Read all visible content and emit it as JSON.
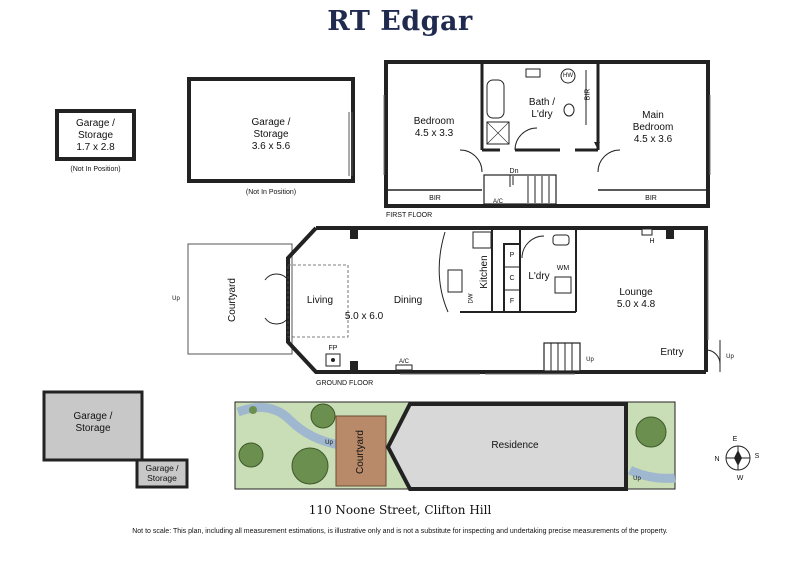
{
  "brand": "RT Edgar",
  "first_floor": {
    "label": "FIRST FLOOR",
    "bedroom": {
      "name": "Bedroom",
      "size": "4.5 x 3.3"
    },
    "bath": {
      "name": "Bath /",
      "name2": "L'dry"
    },
    "main_bedroom": {
      "name": "Main",
      "name2": "Bedroom",
      "size": "4.5 x 3.6"
    },
    "hw": "HW",
    "bir": "BIR",
    "dn": "Dn",
    "ac": "A/C"
  },
  "detached": {
    "small_garage": {
      "name": "Garage /",
      "name2": "Storage",
      "size": "1.7 x 2.8",
      "note": "(Not In Position)"
    },
    "large_garage": {
      "name": "Garage /",
      "name2": "Storage",
      "size": "3.6 x 5.6",
      "note": "(Not In Position)"
    }
  },
  "ground_floor": {
    "label": "GROUND FLOOR",
    "courtyard": "Courtyard",
    "living": "Living",
    "living_size": "5.0 x 6.0",
    "dining": "Dining",
    "kitchen": "Kitchen",
    "dw": "DW",
    "p": "P",
    "c": "C",
    "f": "F",
    "ldry": "L'dry",
    "wm": "WM",
    "lounge": {
      "name": "Lounge",
      "size": "5.0 x 4.8"
    },
    "h": "H",
    "fp": "FP",
    "ac": "A/C",
    "up": "Up",
    "entry": "Entry"
  },
  "site": {
    "garage_a": {
      "name": "Garage /",
      "name2": "Storage"
    },
    "garage_b": {
      "name": "Garage /",
      "name2": "Storage"
    },
    "courtyard": "Courtyard",
    "residence": "Residence",
    "up": "Up"
  },
  "compass": {
    "n": "N",
    "e": "E",
    "s": "S",
    "w": "W"
  },
  "address": "110 Noone Street, Clifton Hill",
  "disclaimer": "Not to scale: This plan, including all measurement estimations, is illustrative only and is not a substitute for inspecting and undertaking precise measurements of the property."
}
